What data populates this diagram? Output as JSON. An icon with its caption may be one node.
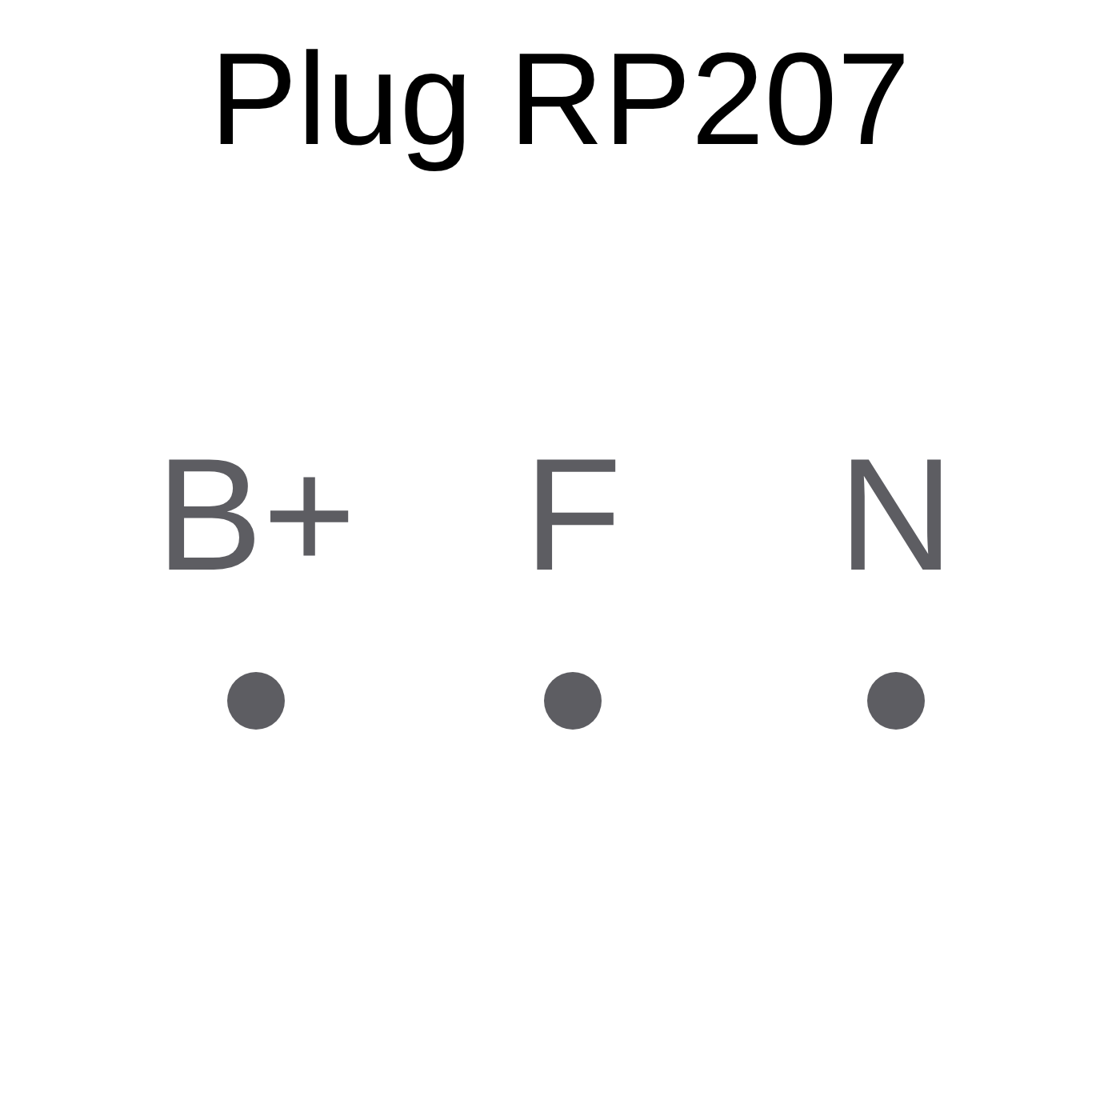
{
  "diagram": {
    "title": "Plug RP207",
    "labels": [
      "B+",
      "F",
      "N"
    ]
  }
}
